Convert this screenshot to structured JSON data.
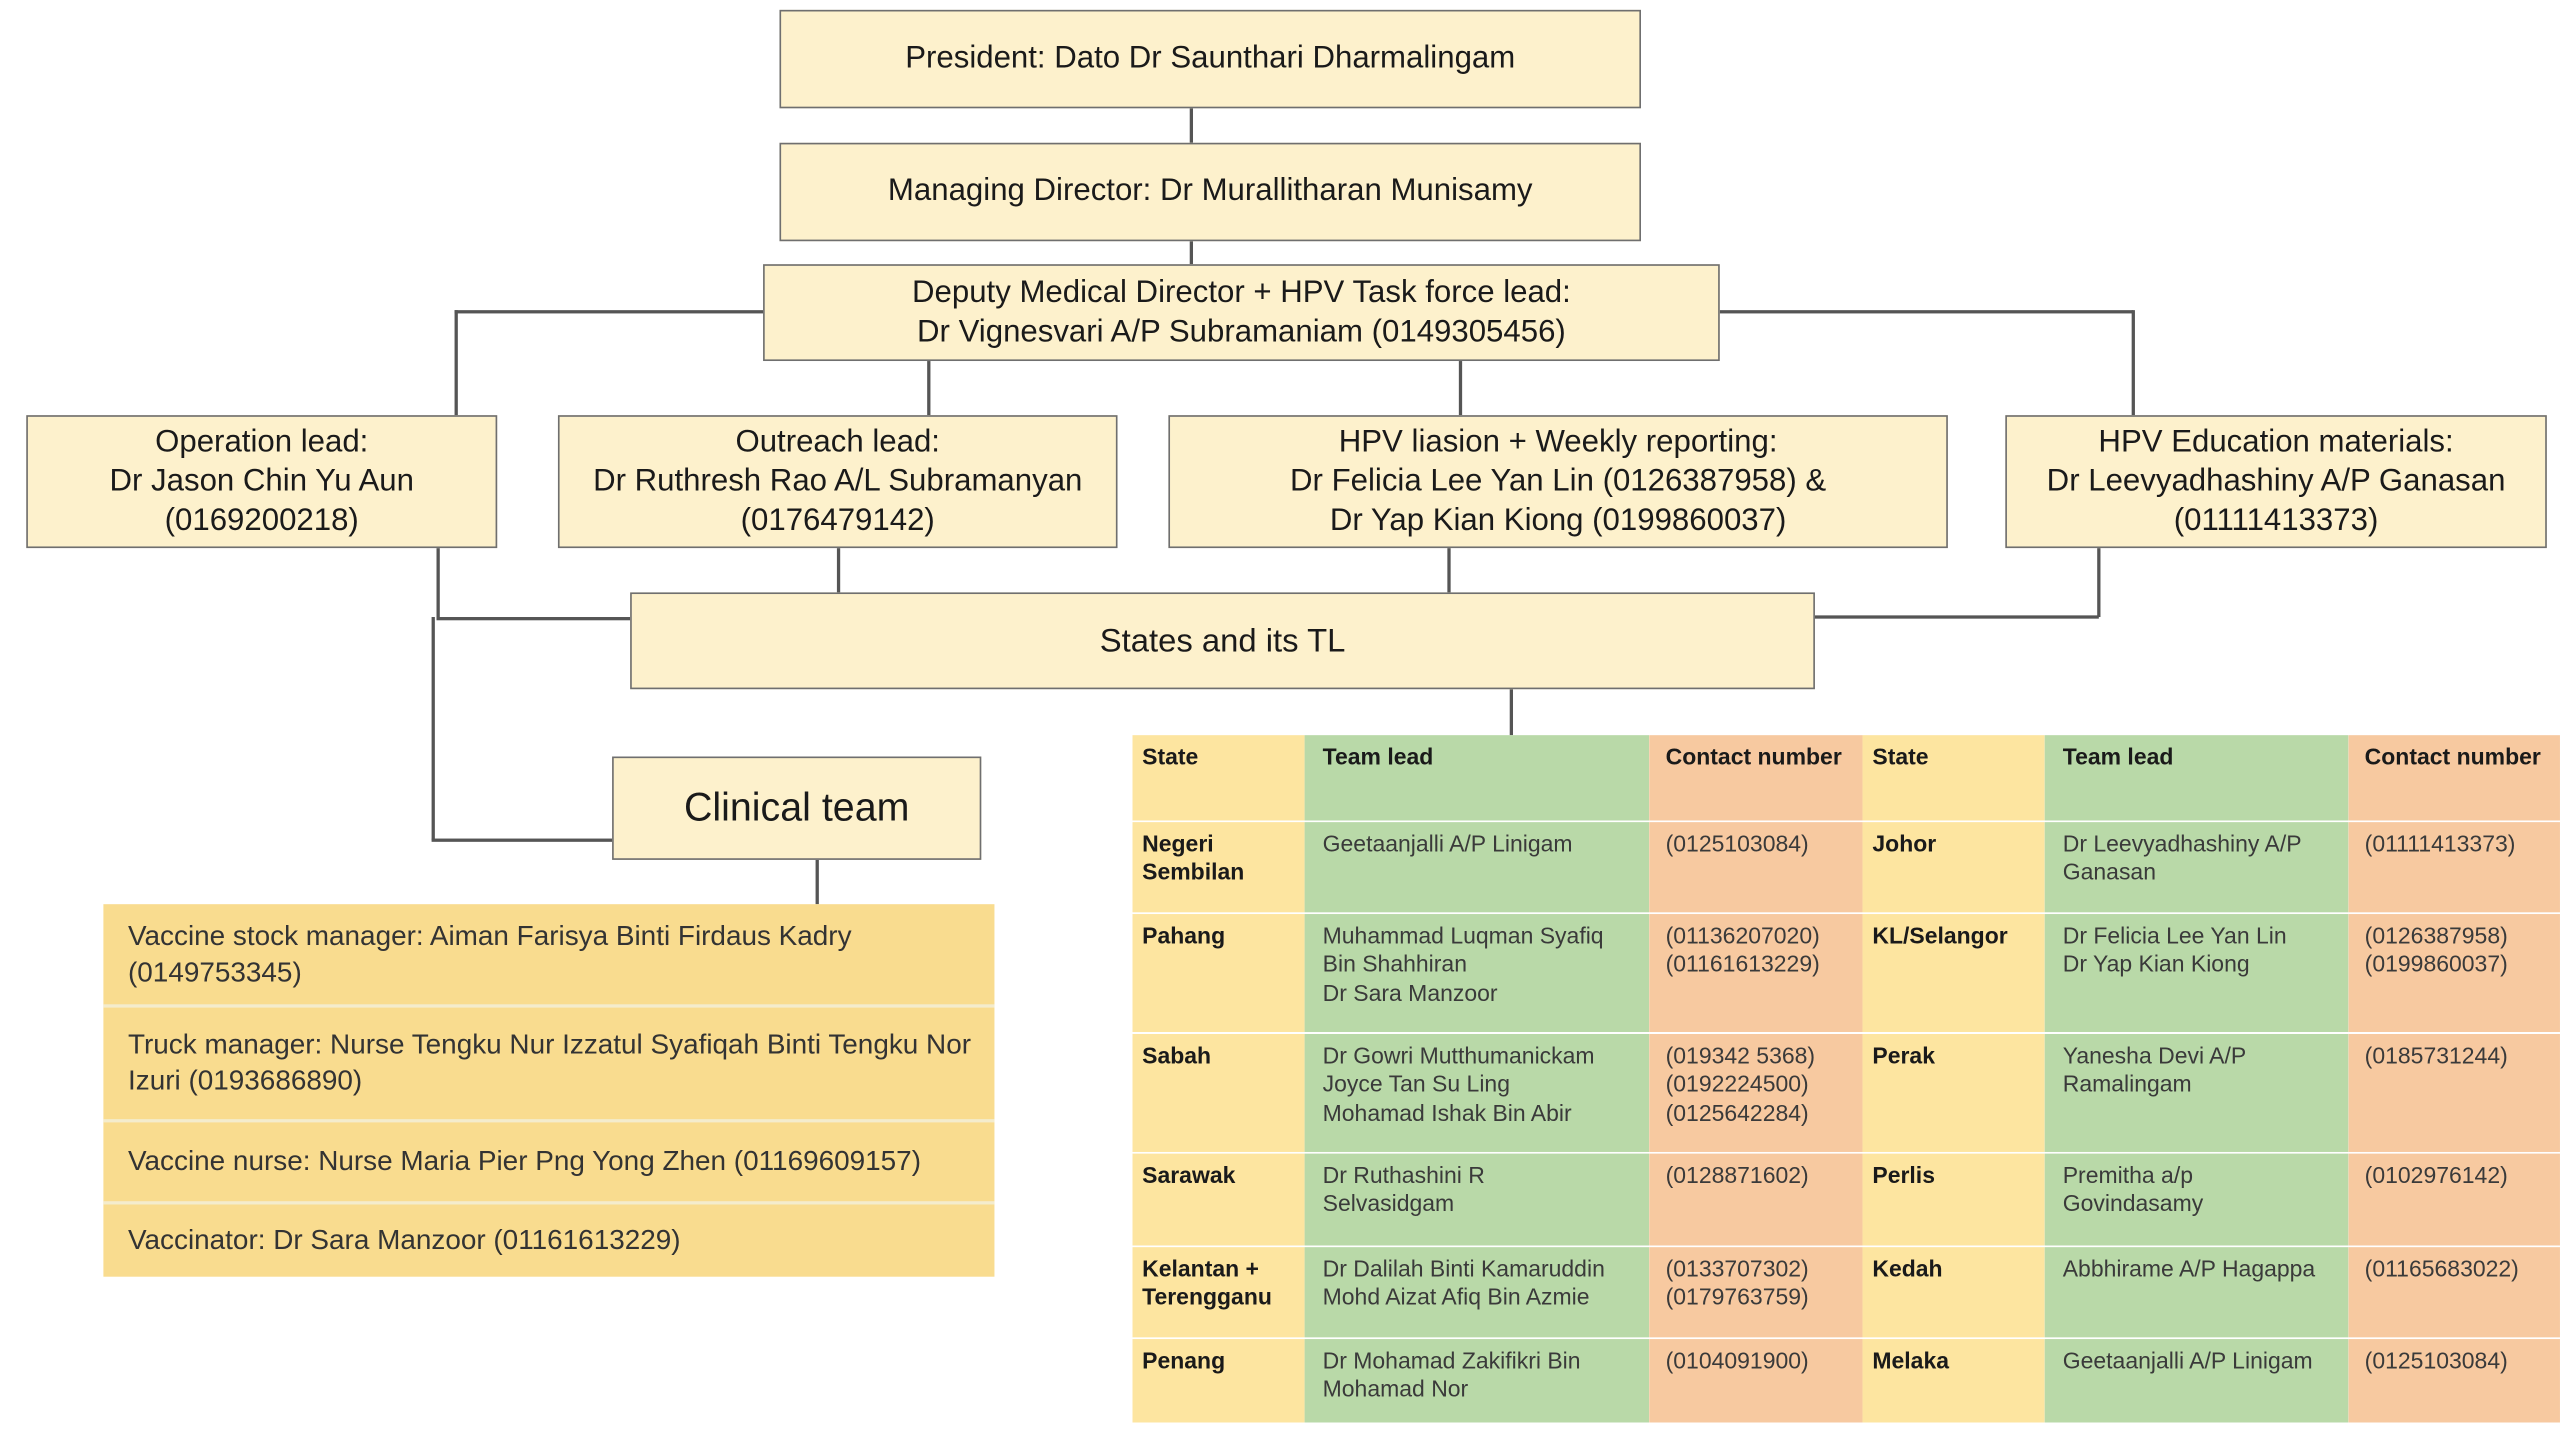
{
  "org_chart": {
    "president": "President: Dato Dr Saunthari Dharmalingam",
    "managing_director": "Managing Director: Dr Murallitharan Munisamy",
    "deputy": {
      "line1": "Deputy Medical Director + HPV Task force lead:",
      "line2": "Dr Vignesvari A/P Subramaniam (0149305456)"
    },
    "operation": {
      "line1": "Operation lead:",
      "line2": "Dr Jason Chin Yu Aun",
      "line3": "(0169200218)"
    },
    "outreach": {
      "line1": "Outreach lead:",
      "line2": "Dr Ruthresh Rao A/L Subramanyan",
      "line3": "(0176479142)"
    },
    "liaison": {
      "line1": "HPV liasion + Weekly reporting:",
      "line2": "Dr Felicia Lee Yan Lin (0126387958) &",
      "line3": "Dr Yap Kian Kiong (0199860037)"
    },
    "education": {
      "line1": "HPV Education materials:",
      "line2": "Dr Leevyadhashiny A/P Ganasan",
      "line3": "(01111413373)"
    },
    "states": "States and its TL",
    "clinical": "Clinical team"
  },
  "clinical_team": [
    "Vaccine stock manager: Aiman Farisya Binti Firdaus Kadry (0149753345)",
    "Truck manager: Nurse Tengku Nur Izzatul Syafiqah Binti Tengku Nor Izuri (0193686890)",
    "Vaccine nurse: Nurse Maria Pier Png Yong Zhen (01169609157)",
    "Vaccinator: Dr Sara Manzoor (01161613229)"
  ],
  "state_table": {
    "headers": [
      "State",
      "Team lead",
      "Contact number",
      "State",
      "Team lead",
      "Contact number"
    ],
    "rows": [
      {
        "left": {
          "state": "Negeri Sembilan",
          "leads": [
            "Geetaanjalli A/P Linigam"
          ],
          "contacts": [
            "(0125103084)"
          ]
        },
        "right": {
          "state": "Johor",
          "leads": [
            "Dr Leevyadhashiny A/P",
            "Ganasan"
          ],
          "contacts": [
            "(01111413373)"
          ]
        }
      },
      {
        "left": {
          "state": "Pahang",
          "leads": [
            "Muhammad Luqman Syafiq",
            "Bin Shahhiran",
            "Dr Sara Manzoor"
          ],
          "contacts": [
            "(01136207020)",
            "(01161613229)"
          ]
        },
        "right": {
          "state": "KL/Selangor",
          "leads": [
            "Dr Felicia Lee Yan Lin",
            "Dr Yap Kian Kiong"
          ],
          "contacts": [
            "(0126387958)",
            "(0199860037)"
          ]
        }
      },
      {
        "left": {
          "state": "Sabah",
          "leads": [
            "Dr Gowri Mutthumanickam",
            "Joyce Tan Su Ling",
            "Mohamad Ishak Bin Abir"
          ],
          "contacts": [
            "(019342 5368)",
            "(0192224500)",
            "(0125642284)"
          ]
        },
        "right": {
          "state": "Perak",
          "leads": [
            "Yanesha Devi A/P",
            "Ramalingam"
          ],
          "contacts": [
            "(0185731244)"
          ]
        }
      },
      {
        "left": {
          "state": "Sarawak",
          "leads": [
            "Dr Ruthashini R",
            "Selvasidgam"
          ],
          "contacts": [
            "(0128871602)"
          ]
        },
        "right": {
          "state": "Perlis",
          "leads": [
            "Premitha a/p",
            "Govindasamy"
          ],
          "contacts": [
            "(0102976142)"
          ]
        }
      },
      {
        "left": {
          "state": "Kelantan + Terengganu",
          "leads": [
            "Dr Dalilah Binti Kamaruddin",
            "Mohd Aizat Afiq Bin Azmie"
          ],
          "contacts": [
            "(0133707302)",
            "(0179763759)"
          ]
        },
        "right": {
          "state": "Kedah",
          "leads": [
            "Abbhirame A/P Hagappa"
          ],
          "contacts": [
            "(01165683022)"
          ]
        }
      },
      {
        "left": {
          "state": "Penang",
          "leads": [
            "Dr Mohamad Zakifikri Bin",
            "Mohamad Nor"
          ],
          "contacts": [
            "(0104091900)"
          ]
        },
        "right": {
          "state": "Melaka",
          "leads": [
            "Geetaanjalli A/P Linigam"
          ],
          "contacts": [
            "(0125103084)"
          ]
        }
      }
    ]
  },
  "colors": {
    "node_fill": "#fdf1cc",
    "clinical_fill": "#f9dc8f",
    "state_col": "#fde5a0",
    "lead_col": "#b9d9a8",
    "contact_col": "#f7c9a0",
    "connector": "#555555"
  }
}
